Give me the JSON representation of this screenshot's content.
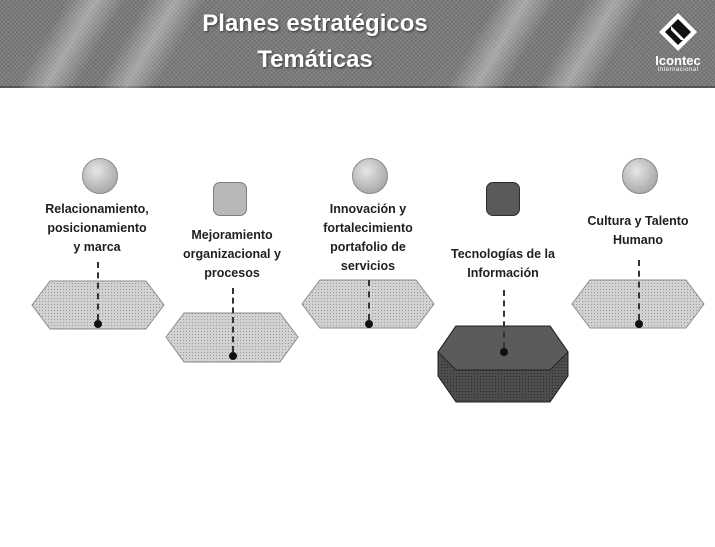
{
  "header": {
    "title_line1": "Planes estratégicos",
    "title_line2": "Temáticas"
  },
  "logo": {
    "name": "Icontec",
    "subtitle": "Internacional"
  },
  "diagram": {
    "topics": [
      {
        "label": [
          "Relacionamiento,",
          "posicionamiento",
          "y marca"
        ],
        "icon": "people-icon",
        "highlighted": false
      },
      {
        "label": [
          "Mejoramiento",
          "organizacional y",
          "procesos"
        ],
        "icon": "process-chart-icon",
        "highlighted": false
      },
      {
        "label": [
          "Innovación y",
          "fortalecimiento",
          "portafolio de",
          "servicios"
        ],
        "icon": "lightbulb-icon",
        "highlighted": false
      },
      {
        "label": [
          "Tecnologías de la",
          "Información"
        ],
        "icon": "document-computer-icon",
        "highlighted": true
      },
      {
        "label": [
          "Cultura y Talento",
          "Humano"
        ],
        "icon": "person-icon",
        "highlighted": false
      }
    ]
  },
  "colors": {
    "header_bg": "#7b7b7b",
    "hex_fill": "#c9c9c9",
    "hex_highlight_top": "#4a4a4a",
    "hex_highlight_side": "#2e2e2e",
    "label_text": "#1f1f1f"
  }
}
